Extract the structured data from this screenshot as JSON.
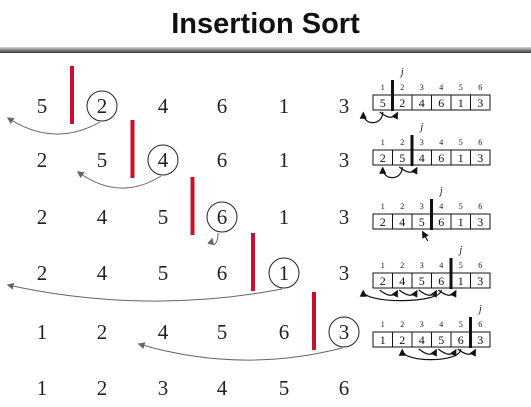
{
  "title": "Insertion Sort",
  "j_label": "j",
  "rows": [
    {
      "values": [
        "5",
        "2",
        "4",
        "6",
        "1",
        "3"
      ],
      "key_index": 1,
      "bar_after": 0,
      "insert_to": 0
    },
    {
      "values": [
        "2",
        "5",
        "4",
        "6",
        "1",
        "3"
      ],
      "key_index": 2,
      "bar_after": 1,
      "insert_to": 1
    },
    {
      "values": [
        "2",
        "4",
        "5",
        "6",
        "1",
        "3"
      ],
      "key_index": 3,
      "bar_after": 2,
      "insert_to": 3
    },
    {
      "values": [
        "2",
        "4",
        "5",
        "6",
        "1",
        "3"
      ],
      "key_index": 4,
      "bar_after": 3,
      "insert_to": 0
    },
    {
      "values": [
        "1",
        "2",
        "4",
        "5",
        "6",
        "3"
      ],
      "key_index": 5,
      "bar_after": 4,
      "insert_to": 2
    },
    {
      "values": [
        "1",
        "2",
        "3",
        "4",
        "5",
        "6"
      ],
      "key_index": null,
      "bar_after": null,
      "insert_to": null
    }
  ],
  "array_figures": [
    {
      "index_labels": [
        "1",
        "2",
        "3",
        "4",
        "5",
        "6"
      ],
      "values": [
        "5",
        "2",
        "4",
        "6",
        "1",
        "3"
      ],
      "j_at": 2,
      "shifts": 1
    },
    {
      "index_labels": [
        "1",
        "2",
        "3",
        "4",
        "5",
        "6"
      ],
      "values": [
        "2",
        "5",
        "4",
        "6",
        "1",
        "3"
      ],
      "j_at": 3,
      "shifts": 1
    },
    {
      "index_labels": [
        "1",
        "2",
        "3",
        "4",
        "5",
        "6"
      ],
      "values": [
        "2",
        "4",
        "5",
        "6",
        "1",
        "3"
      ],
      "j_at": 4,
      "shifts": 0
    },
    {
      "index_labels": [
        "1",
        "2",
        "3",
        "4",
        "5",
        "6"
      ],
      "values": [
        "2",
        "4",
        "5",
        "6",
        "1",
        "3"
      ],
      "j_at": 5,
      "shifts": 4
    },
    {
      "index_labels": [
        "1",
        "2",
        "3",
        "4",
        "5",
        "6"
      ],
      "values": [
        "1",
        "2",
        "4",
        "5",
        "6",
        "3"
      ],
      "j_at": 6,
      "shifts": 3
    }
  ],
  "colors": {
    "bar": "#c8102e",
    "arrow": "#666666",
    "text": "#222222",
    "box": "#111111"
  }
}
